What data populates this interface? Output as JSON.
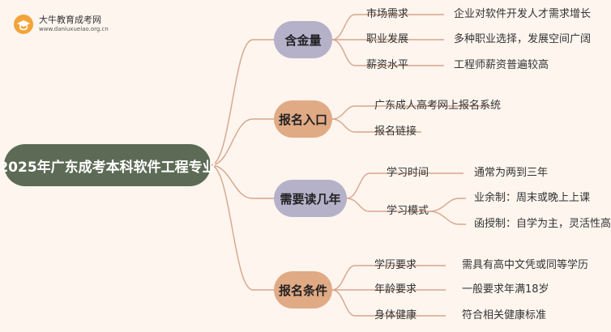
{
  "logo": {
    "name": "大牛教育成考网",
    "domain": "www.daniuxueiao.org.cn"
  },
  "root": {
    "label": "2025年广东成考本科软件工程专业"
  },
  "branches": [
    {
      "label": "含金量",
      "children": [
        {
          "label": "市场需求",
          "detail": "企业对软件开发人才需求增长"
        },
        {
          "label": "职业发展",
          "detail": "多种职业选择，发展空间广阔"
        },
        {
          "label": "薪资水平",
          "detail": "工程师薪资普遍较高"
        }
      ]
    },
    {
      "label": "报名入口",
      "children": [
        {
          "label": "广东成人高考网上报名系统"
        },
        {
          "label": "报名链接"
        }
      ]
    },
    {
      "label": "需要读几年",
      "children": [
        {
          "label": "学习时间",
          "detail": "通常为两到三年"
        },
        {
          "label": "学习模式",
          "details": [
            "业余制：周末或晚上上课",
            "函授制：自学为主，灵活性高"
          ]
        }
      ]
    },
    {
      "label": "报名条件",
      "children": [
        {
          "label": "学历要求",
          "detail": "需具有高中文凭或同等学历"
        },
        {
          "label": "年龄要求",
          "detail": "一般要求年满18岁"
        },
        {
          "label": "身体健康",
          "detail": "符合相关健康标准"
        }
      ]
    }
  ],
  "colors": {
    "background": "#fdf5ee",
    "root": "#5d6b56",
    "purple_branch": "#b4b1c9",
    "orange_branch": "#e0aa85",
    "connector": "#d7a58c"
  }
}
